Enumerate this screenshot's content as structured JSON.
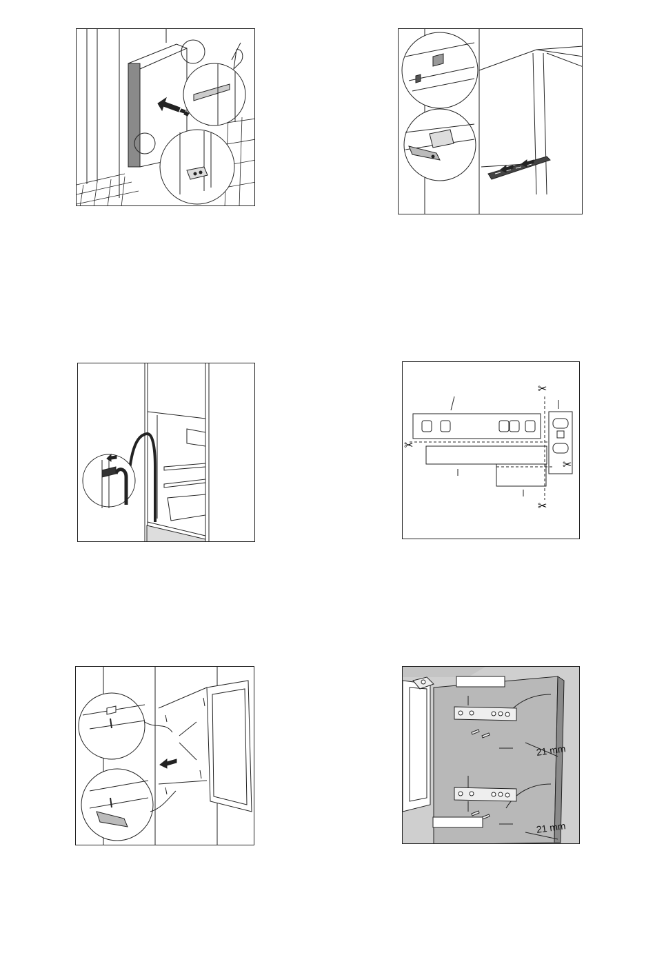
{
  "figures": [
    {
      "id": "fig1",
      "name": "fitting-appliance-into-niche"
    },
    {
      "id": "fig2",
      "name": "fitting-door-hinge-covers"
    },
    {
      "id": "fig3",
      "name": "fitting-seal-strip"
    },
    {
      "id": "fig4",
      "name": "cutting-hinge-cover-parts"
    },
    {
      "id": "fig5",
      "name": "screwing-appliance-into-niche"
    },
    {
      "id": "fig6",
      "name": "furniture-door-fittings-positions"
    }
  ],
  "dimensions": {
    "upper_offset": "21 mm",
    "lower_offset": "21 mm"
  },
  "colors": {
    "line": "#222222",
    "panel_grey": "#b8b8b8",
    "dark_panel": "#8a8a8a",
    "wall_grey": "#cfcfcf"
  }
}
